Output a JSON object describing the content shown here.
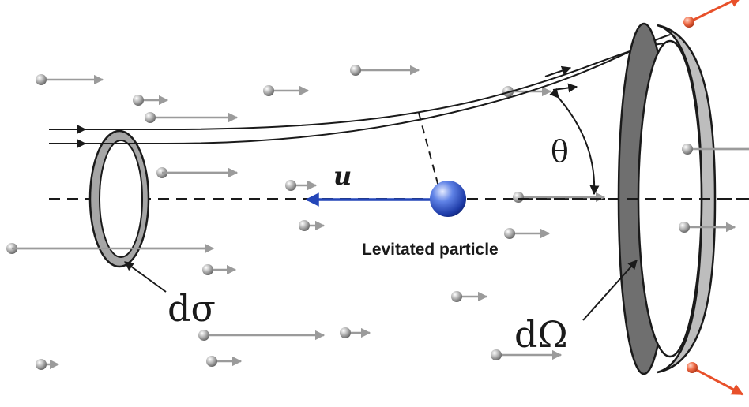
{
  "labels": {
    "velocity": "u",
    "particle": "Levitated particle",
    "theta": "θ",
    "d_sigma": "dσ",
    "d_omega": "dΩ"
  },
  "colors": {
    "incident_molecule": "#9b9b9b",
    "scattered_molecule": "#e8502a",
    "velocity_arrow": "#2446b8",
    "particle": "#2548c4",
    "outline": "#1a1a1a",
    "ring_face": "#a6a6a6",
    "cone_inner": "#6f6f6f"
  },
  "icons": {
    "particle": "blue-sphere",
    "molecule": "gray-sphere-with-arrow",
    "scattered_molecule": "red-sphere-with-arrow"
  }
}
